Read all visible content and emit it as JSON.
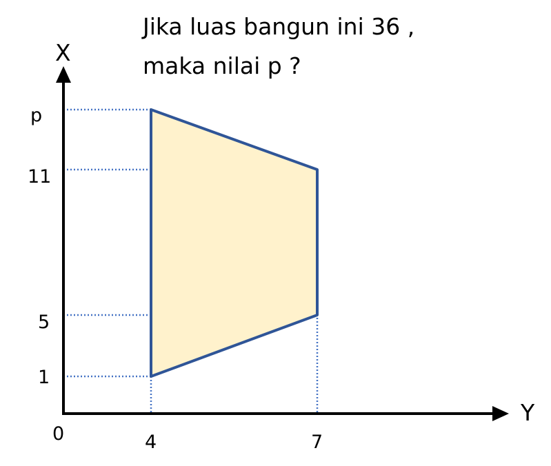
{
  "question": {
    "line1": "Jika luas bangun ini 36 ,",
    "line2": "maka nilai p ?"
  },
  "axes": {
    "vertical_label": "X",
    "horizontal_label": "Y",
    "origin_label": "0"
  },
  "ticks": {
    "vertical": [
      {
        "label": "p",
        "value": null
      },
      {
        "label": "11",
        "value": 11
      },
      {
        "label": "5",
        "value": 5
      },
      {
        "label": "1",
        "value": 1
      }
    ],
    "horizontal": [
      {
        "label": "4",
        "value": 4
      },
      {
        "label": "7",
        "value": 7
      }
    ]
  },
  "shape": {
    "type": "trapezoid",
    "vertices_label": [
      "(4, 1)",
      "(7, 5)",
      "(7, 11)",
      "(4, p)"
    ],
    "fill_color": "#fff2cc",
    "stroke_color": "#2f5597",
    "guide_color": "#4472c4"
  }
}
